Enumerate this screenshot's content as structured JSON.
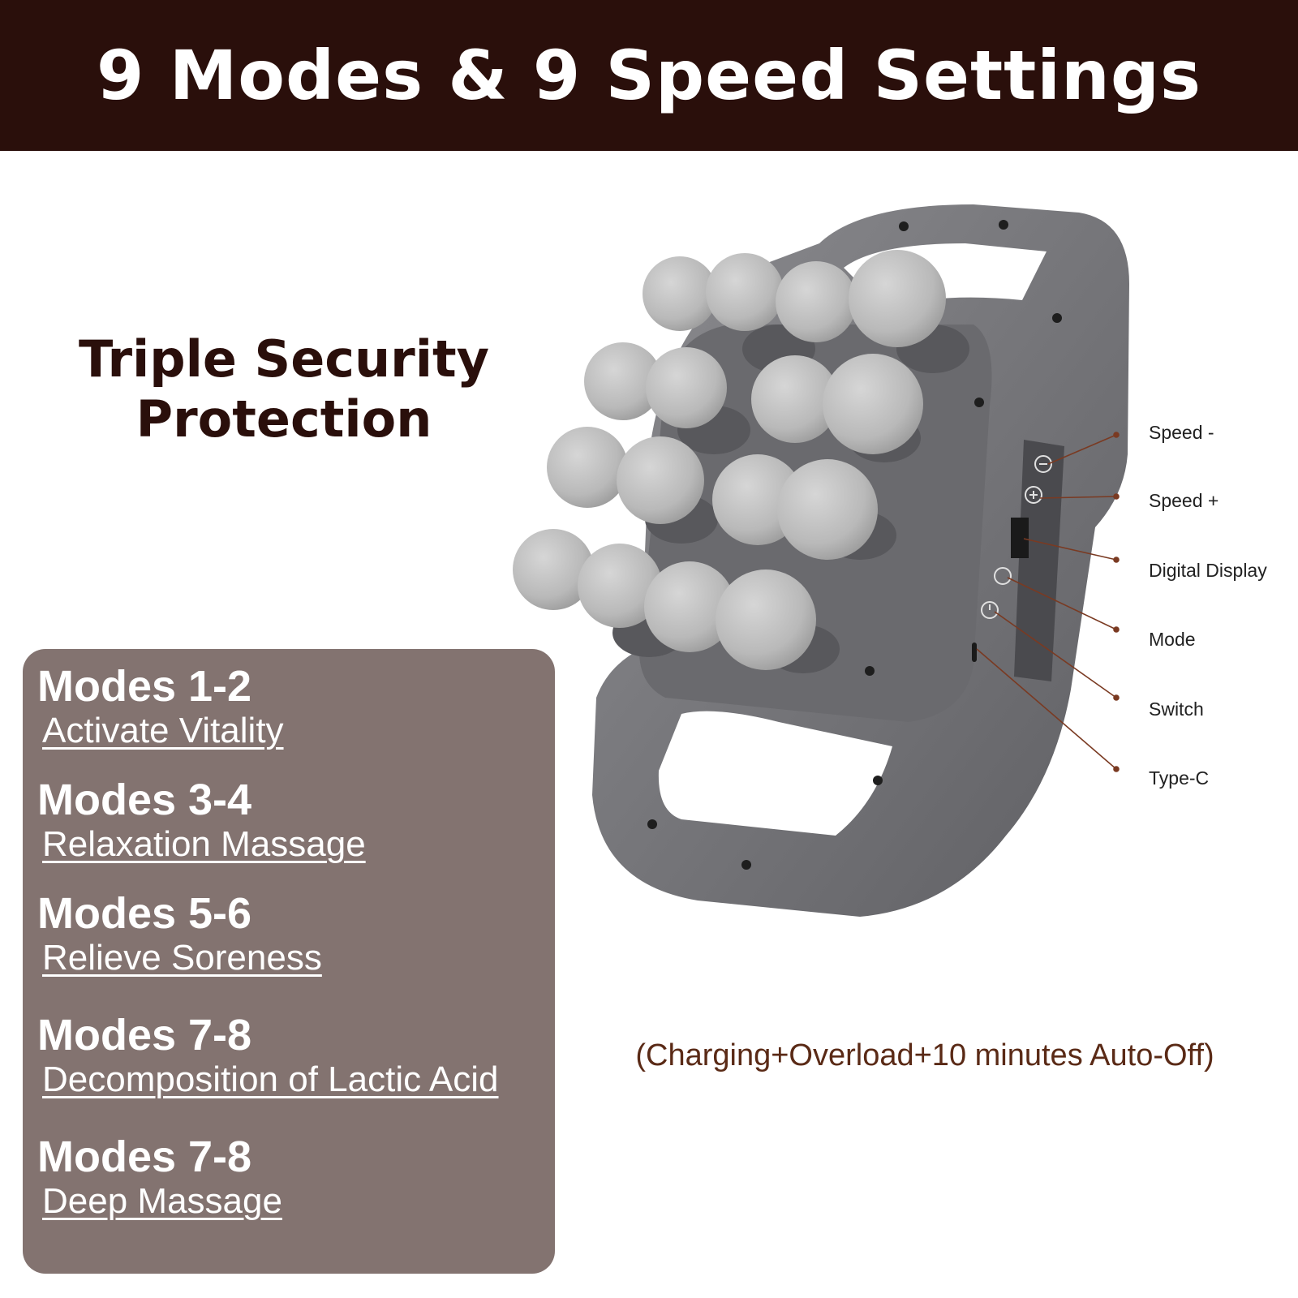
{
  "banner": {
    "title": "9 Modes & 9 Speed Settings"
  },
  "feature": {
    "line1": "Triple Security",
    "line2": "Protection"
  },
  "modes": [
    {
      "title": "Modes 1-2",
      "subtitle": "Activate Vitality"
    },
    {
      "title": "Modes 3-4",
      "subtitle": "Relaxation Massage"
    },
    {
      "title": "Modes 5-6",
      "subtitle": "Relieve Soreness"
    },
    {
      "title": "Modes 7-8",
      "subtitle": "Decomposition of Lactic Acid"
    },
    {
      "title": "Modes 7-8",
      "subtitle": "Deep Massage"
    }
  ],
  "callouts": {
    "speed_minus": "Speed -",
    "speed_plus": "Speed +",
    "digital_display": "Digital Display",
    "mode": "Mode",
    "switch": "Switch",
    "type_c": "Type-C"
  },
  "protection_note": "(Charging+Overload+10 minutes Auto-Off)",
  "colors": {
    "banner_bg": "#2a0f0b",
    "heading_text": "#2a0f0b",
    "card_bg": "#837370",
    "note_text": "#5a2a16",
    "device_body": "#7a7a7d",
    "massage_ball": "#bdbdbd",
    "callout_line": "#7a3a22"
  },
  "icons": [
    "power-icon",
    "mode-icon",
    "plus-icon",
    "minus-icon",
    "type-c-port-icon"
  ]
}
